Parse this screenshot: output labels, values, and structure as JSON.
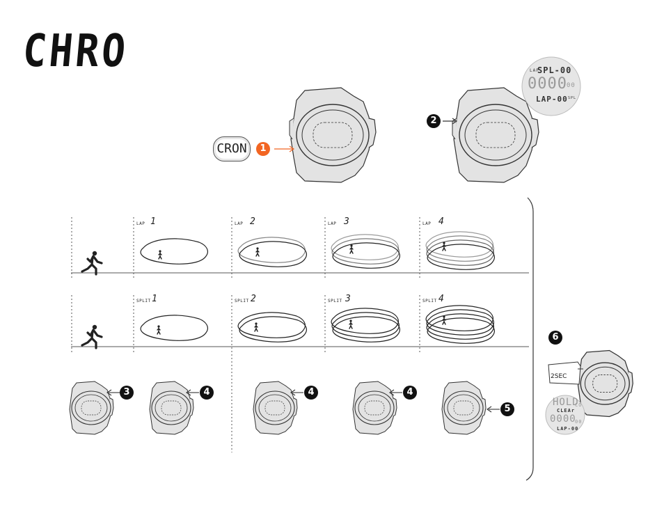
{
  "title": "CHRO",
  "top": {
    "pill_text": "CRON",
    "step1": "1",
    "step2": "2",
    "display_top": {
      "lap_label": "LAP",
      "spl_text": "SPL-00",
      "big_digits": "0000",
      "small_digits": "00",
      "bottom_text": "LAP-00",
      "spl_label": "SPL"
    }
  },
  "lap_row": {
    "label": "LAP",
    "numbers": [
      "1",
      "2",
      "3",
      "4"
    ]
  },
  "split_row": {
    "label": "SPLIT",
    "numbers": [
      "1",
      "2",
      "3",
      "4"
    ]
  },
  "bottom_steps": [
    "3",
    "4",
    "4",
    "4",
    "5"
  ],
  "side": {
    "step6": "6",
    "hold_text": "2SEC",
    "display": {
      "big_top": "HOLD",
      "small_top": "CO",
      "clear_text": "CLEAr",
      "big_digits": "0000",
      "small_digits": "00",
      "bottom_text": "LAP-00"
    }
  },
  "colors": {
    "accent": "#f26522",
    "watch_fill": "#e3e3e3",
    "line": "#333333"
  }
}
